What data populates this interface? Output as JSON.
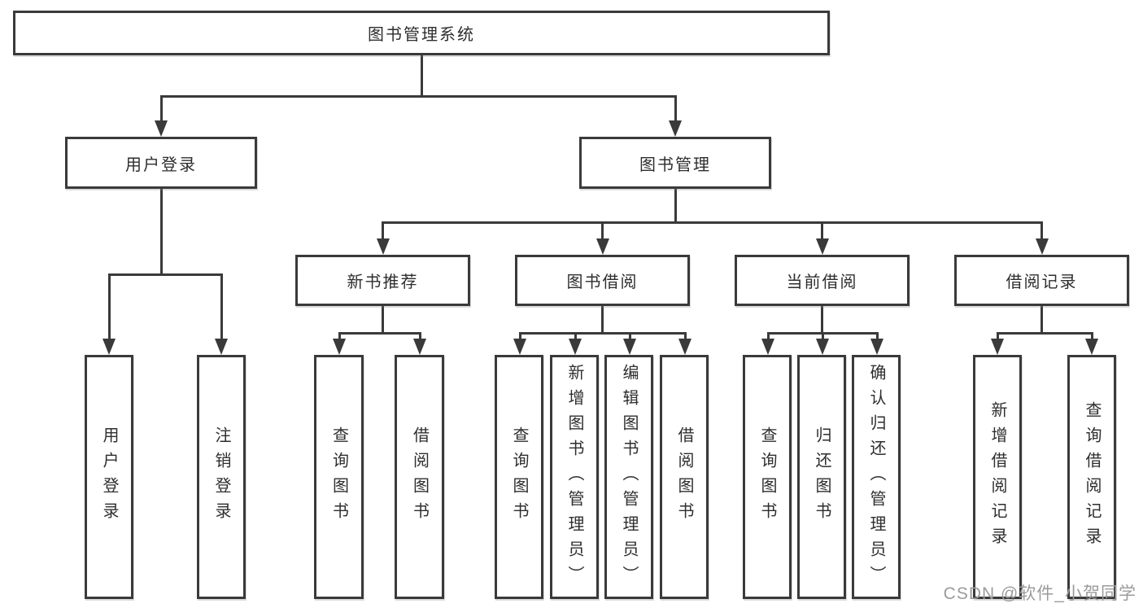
{
  "tree": {
    "root_label": "图书管理系统",
    "branches": [
      {
        "label": "用户登录",
        "children": [
          {
            "label": "用户登录"
          },
          {
            "label": "注销登录"
          }
        ]
      },
      {
        "label": "图书管理",
        "sections": [
          {
            "label": "新书推荐",
            "children": [
              {
                "label": "查询图书"
              },
              {
                "label": "借阅图书"
              }
            ]
          },
          {
            "label": "图书借阅",
            "children": [
              {
                "label": "查询图书"
              },
              {
                "label": "新增图书（管理员）"
              },
              {
                "label": "编辑图书（管理员）"
              },
              {
                "label": "借阅图书"
              }
            ]
          },
          {
            "label": "当前借阅",
            "children": [
              {
                "label": "查询图书"
              },
              {
                "label": "归还图书"
              },
              {
                "label": "确认归还（管理员）"
              }
            ]
          },
          {
            "label": "借阅记录",
            "children": [
              {
                "label": "新增借阅记录"
              },
              {
                "label": "查询借阅记录"
              }
            ]
          }
        ]
      }
    ]
  },
  "watermark": {
    "text": "CSDN @软件_小贺同学",
    "color": "#9b9b9b"
  },
  "colors": {
    "line": "#3a3a3a",
    "background": "#ffffff"
  }
}
